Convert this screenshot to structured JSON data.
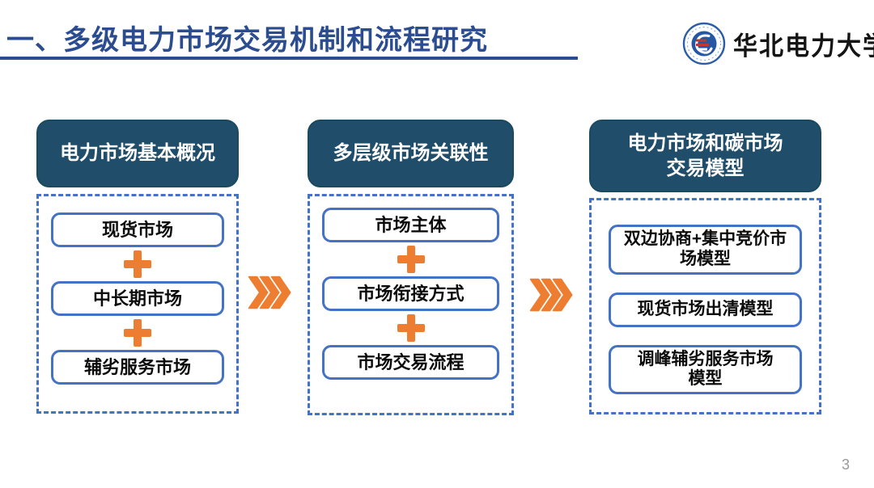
{
  "colors": {
    "title_blue": "#2B4C8E",
    "header_fill": "#1F4D6A",
    "box_border": "#4472C4",
    "accent_orange": "#ED7D31",
    "logo_blue": "#2458A6",
    "logo_red": "#C03A2B",
    "page_number_gray": "#9A9A9A"
  },
  "header": {
    "title": "一、多级电力市场交易机制和流程研究",
    "university_name": "华北电力大学"
  },
  "columns": [
    {
      "header": "电力市场基本概况",
      "items": [
        "现货市场",
        "中长期市场",
        "辅劣服务市场"
      ]
    },
    {
      "header": "多层级市场关联性",
      "items": [
        "市场主体",
        "市场衔接方式",
        "市场交易流程"
      ]
    },
    {
      "header": "电力市场和碳市场\n交易模型",
      "items": [
        "双边协商+集中竞价市\n场模型",
        "现货市场出清模型",
        "调峰辅劣服务市场\n模型"
      ]
    }
  ],
  "icons": {
    "plus_connector": "plus",
    "flow_arrow": "triple-chevron-right",
    "emblem": "university-circular-emblem"
  },
  "footer": {
    "page_number": "3"
  }
}
